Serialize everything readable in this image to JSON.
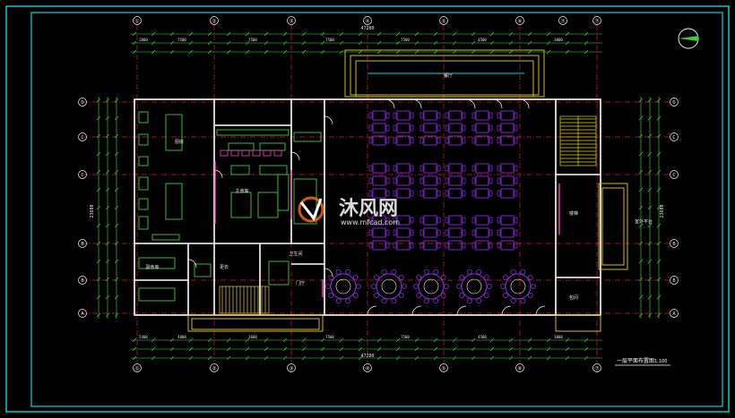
{
  "colors": {
    "background": "#000000",
    "frame": "#00d8e0",
    "wall": "#ffffff",
    "axis": "#d02020",
    "dim": "#40e040",
    "furniture": "#8a2be2",
    "equipment": "#3ccc3c",
    "pink": "#ff40c0",
    "yellow": "#e8d020"
  },
  "plan": {
    "title": "一层平面布置图",
    "scale": "1:100",
    "overall_width_top": "47280",
    "overall_width_bottom": "47280",
    "overall_depth_left": "23600",
    "overall_depth_right": "23600",
    "top_axis_labels": [
      "①",
      "②",
      "③",
      "④",
      "⑤",
      "⑥",
      "⑦"
    ],
    "top_axis_extra": [
      "⑦"
    ],
    "bottom_axis_labels": [
      "①",
      "②",
      "③",
      "④",
      "⑤",
      "⑥",
      "⑦"
    ],
    "left_axis_labels": [
      "D",
      "C",
      "C",
      "B",
      "B",
      "A",
      "A"
    ],
    "right_axis_labels": [
      "D",
      "C",
      "C",
      "B",
      "B",
      "A",
      "A"
    ],
    "top_dims": [
      "2000",
      "7500",
      "7500",
      "7500",
      "7500",
      "4500",
      "3000"
    ],
    "bottom_dims": [
      "5400",
      "4800",
      "3600",
      "7500",
      "7500",
      "4500",
      "3000"
    ],
    "side_note": "室外平台",
    "room_labels": [
      "餐厅",
      "厨房",
      "主食库",
      "副食库",
      "更衣",
      "卫生间",
      "门厅",
      "楼梯",
      "包间"
    ]
  },
  "watermark": {
    "brand": "沐风网",
    "url": "www.mfcad.com"
  }
}
